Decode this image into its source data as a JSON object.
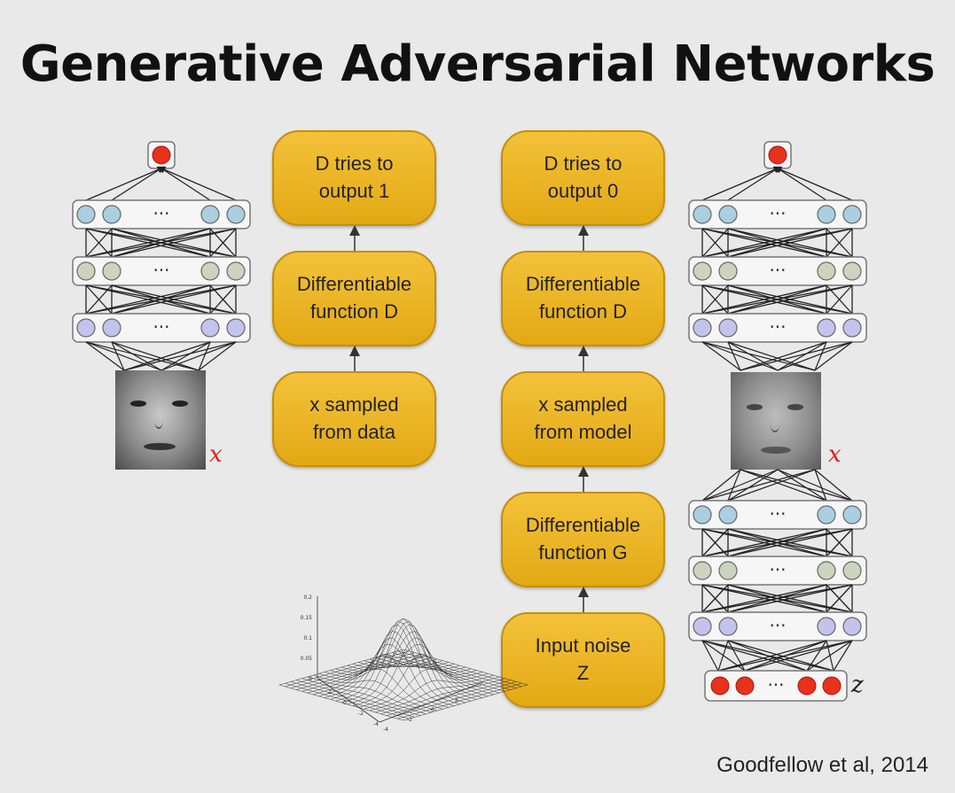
{
  "title": "Generative Adversarial Networks",
  "left_column": {
    "box_output": "D tries to\noutput 1",
    "box_function": "Differentiable\nfunction D",
    "box_sample": "x sampled\nfrom data"
  },
  "right_column": {
    "box_output": "D tries to\noutput 0",
    "box_function_d": "Differentiable\nfunction D",
    "box_sample": "x sampled\nfrom model",
    "box_function_g": "Differentiable\nfunction G",
    "box_noise": "Input noise\nZ"
  },
  "labels": {
    "x_left": "x",
    "x_right": "x",
    "z": "z",
    "dots": "···"
  },
  "gaussian_plot": {
    "y_ticks": [
      "0.2",
      "0.15",
      "0.1",
      "0.05",
      "0"
    ],
    "x_ticks": [
      "2",
      "0",
      "-2",
      "-4"
    ],
    "y2_ticks": [
      "-4",
      "-2",
      "0",
      "2"
    ]
  },
  "citation": "Goodfellow et al, 2014",
  "colors": {
    "box_fill": "#eab526",
    "output_node": "#e8321a",
    "layer_top": "#a9cfe0",
    "layer_mid": "#cdd3bd",
    "layer_bottom": "#c3c3ec",
    "noise_node": "#e8321a"
  }
}
